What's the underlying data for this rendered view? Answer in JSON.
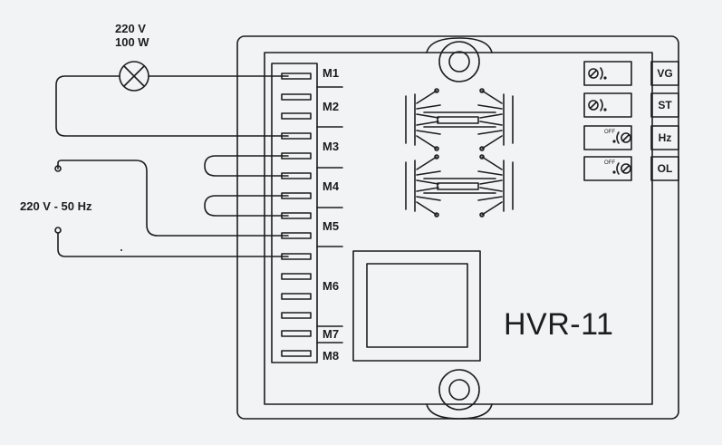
{
  "lamp": {
    "voltage": "220 V",
    "power": "100 W"
  },
  "supply": {
    "label": "220 V - 50 Hz"
  },
  "terminals": [
    "M1",
    "M2",
    "M3",
    "M4",
    "M5",
    "M6",
    "M7",
    "M8"
  ],
  "indicators": [
    "VG",
    "ST",
    "Hz",
    "OL"
  ],
  "adjusters": [
    {
      "text": ""
    },
    {
      "text": ""
    },
    {
      "text": "OFF"
    },
    {
      "text": "OFF"
    }
  ],
  "model": "HVR-11",
  "colors": {
    "line": "#1d1d1d",
    "background": "#f1f3f5"
  }
}
